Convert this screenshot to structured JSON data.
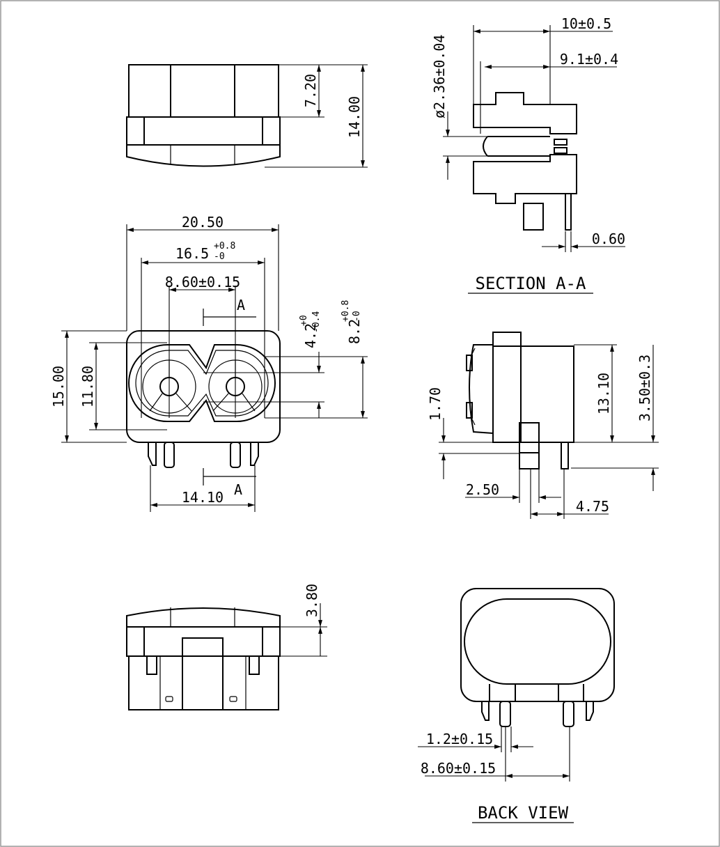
{
  "dimensions": {
    "top_view": {
      "d1": "7.20",
      "d2": "14.00"
    },
    "front_view": {
      "width_total": "20.50",
      "width_inner": "16.5",
      "width_inner_tol_upper": "+0.8",
      "width_inner_tol_lower": "-0",
      "pin_pitch": "8.60±0.15",
      "section_marker_top": "A",
      "section_marker_bottom": "A",
      "slot_height": "4.2",
      "slot_height_tol_upper": "+0",
      "slot_height_tol_lower": "-0.4",
      "opening_height": "8.2",
      "opening_height_tol_upper": "+0.8",
      "opening_height_tol_lower": "-0",
      "height_total": "15.00",
      "height_inner": "11.80",
      "leg_spacing": "14.10"
    },
    "section_view": {
      "depth_outer": "10±0.5",
      "depth_inner": "9.1±0.4",
      "pin_diameter": "ø2.36±0.04",
      "pin_thickness": "0.60",
      "caption": "SECTION A-A"
    },
    "side_view": {
      "height": "13.10",
      "pin_length": "3.50±0.3",
      "flange": "1.70",
      "offset_a": "2.50",
      "offset_b": "4.75"
    },
    "bottom_view": {
      "d1": "3.80"
    },
    "back_view": {
      "pin_width": "1.2±0.15",
      "pin_pitch": "8.60±0.15",
      "caption": "BACK VIEW"
    }
  }
}
